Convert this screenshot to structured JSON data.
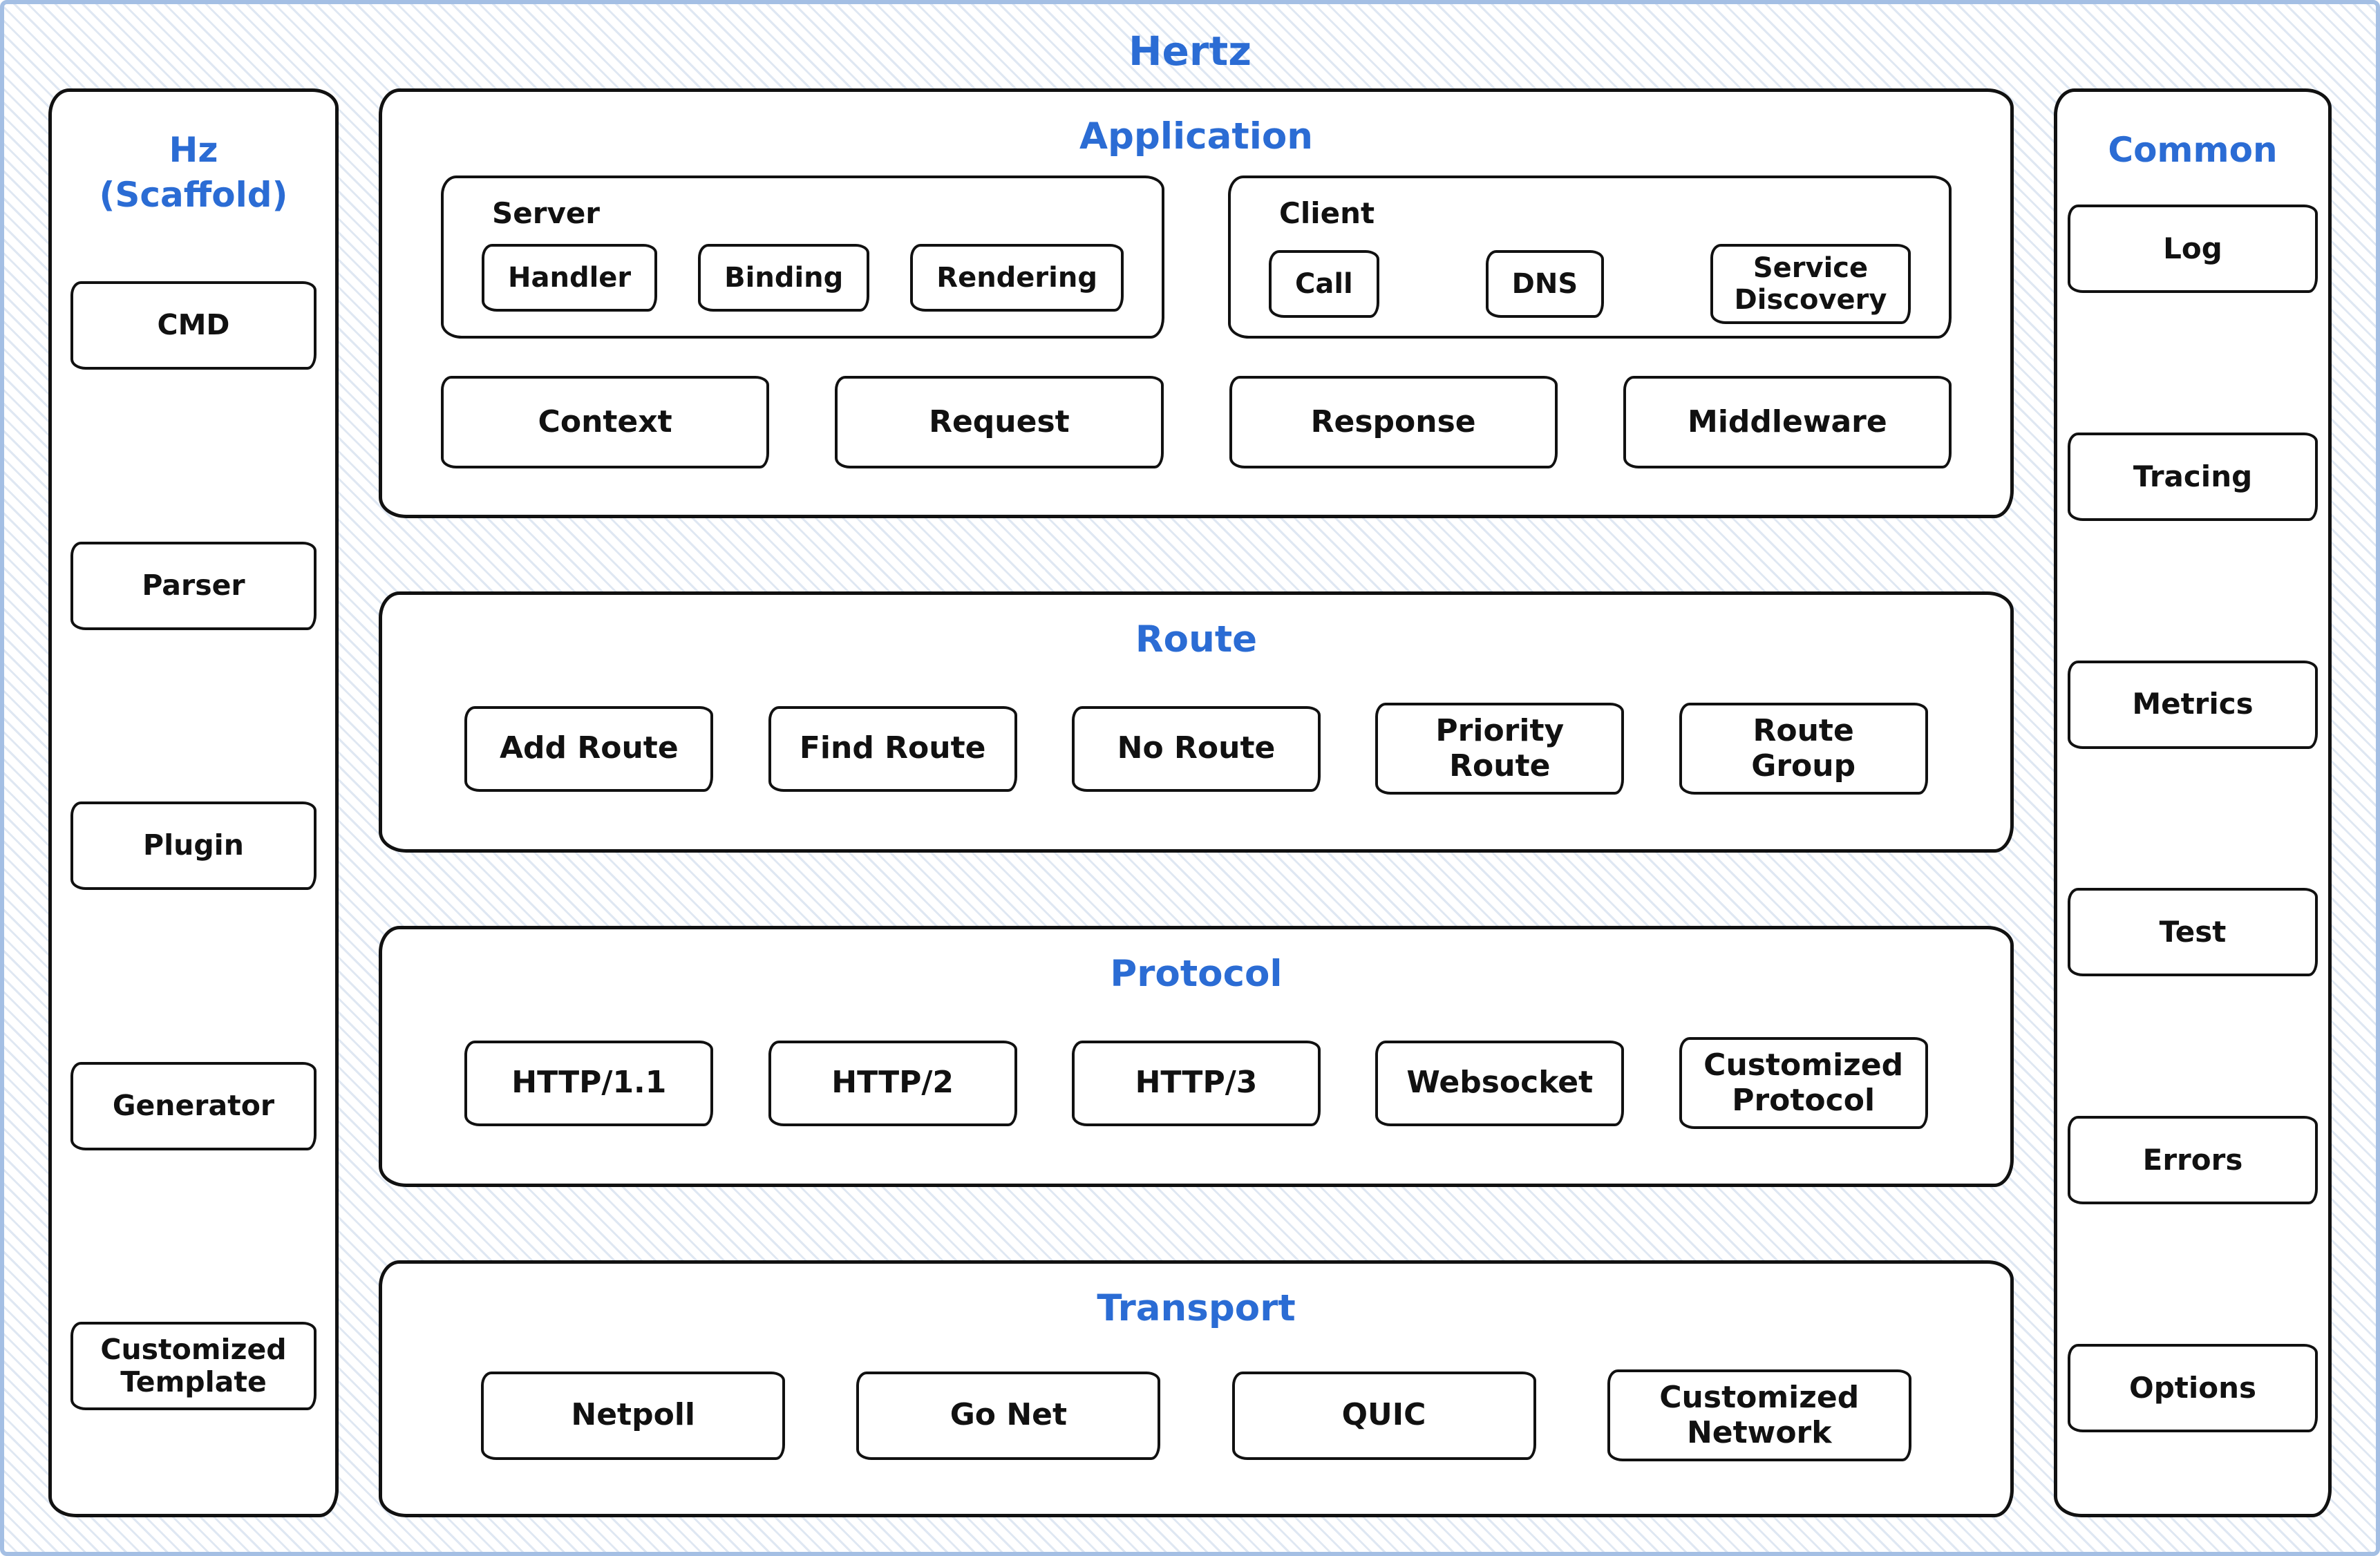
{
  "title": "Hertz",
  "scaffold": {
    "title": "Hz (Scaffold)",
    "items": [
      "CMD",
      "Parser",
      "Plugin",
      "Generator",
      "Customized Template"
    ]
  },
  "application": {
    "title": "Application",
    "server": {
      "title": "Server",
      "items": [
        "Handler",
        "Binding",
        "Rendering"
      ]
    },
    "client": {
      "title": "Client",
      "items": [
        "Call",
        "DNS",
        "Service Discovery"
      ]
    },
    "items": [
      "Context",
      "Request",
      "Response",
      "Middleware"
    ]
  },
  "route": {
    "title": "Route",
    "items": [
      "Add Route",
      "Find Route",
      "No Route",
      "Priority Route",
      "Route Group"
    ]
  },
  "protocol": {
    "title": "Protocol",
    "items": [
      "HTTP/1.1",
      "HTTP/2",
      "HTTP/3",
      "Websocket",
      "Customized Protocol"
    ]
  },
  "transport": {
    "title": "Transport",
    "items": [
      "Netpoll",
      "Go Net",
      "QUIC",
      "Customized Network"
    ]
  },
  "common": {
    "title": "Common",
    "items": [
      "Log",
      "Tracing",
      "Metrics",
      "Test",
      "Errors",
      "Options"
    ]
  },
  "colors": {
    "heading": "#2b6cd4",
    "ink": "#111111",
    "frame": "#a4bfe4"
  }
}
